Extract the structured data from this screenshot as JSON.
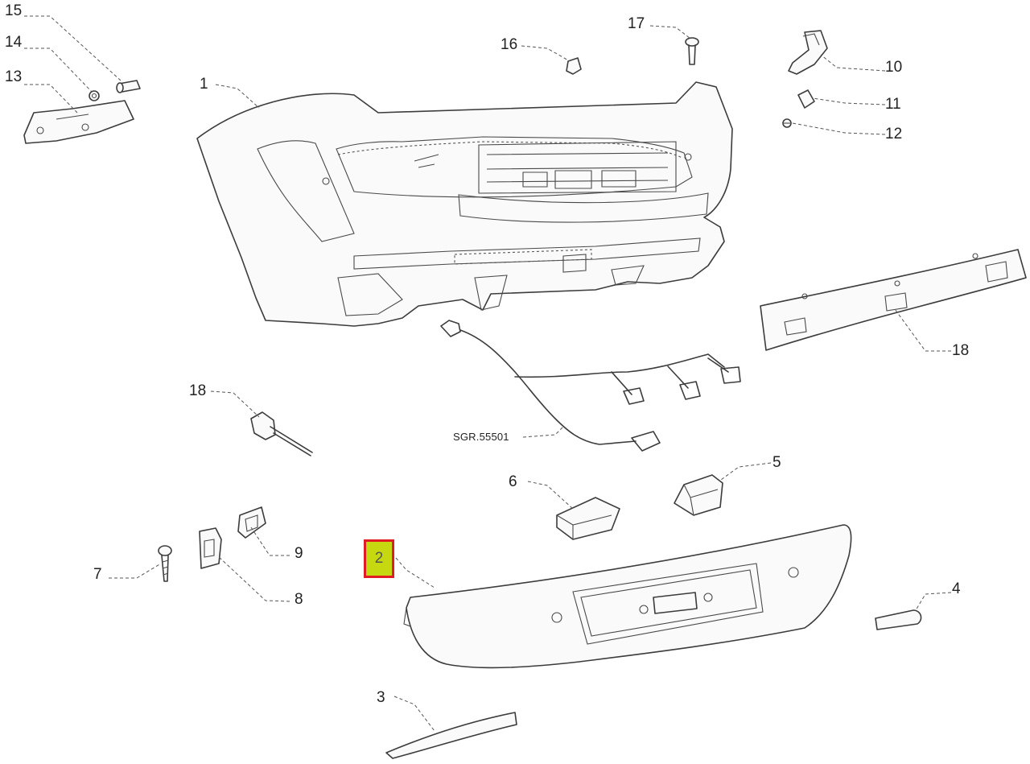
{
  "diagram": {
    "callouts": {
      "c1": "1",
      "c2": "2",
      "c3": "3",
      "c4": "4",
      "c5": "5",
      "c6": "6",
      "c7": "7",
      "c8": "8",
      "c9": "9",
      "c10": "10",
      "c11": "11",
      "c12": "12",
      "c13": "13",
      "c14": "14",
      "c15": "15",
      "c16": "16",
      "c17": "17",
      "c18a": "18",
      "c18b": "18"
    },
    "reference": "SGR.55501",
    "highlighted_part": "2",
    "colors": {
      "highlight_fill": "#c6d80f",
      "highlight_border": "#e01b24",
      "line": "#3c3c3c"
    }
  }
}
